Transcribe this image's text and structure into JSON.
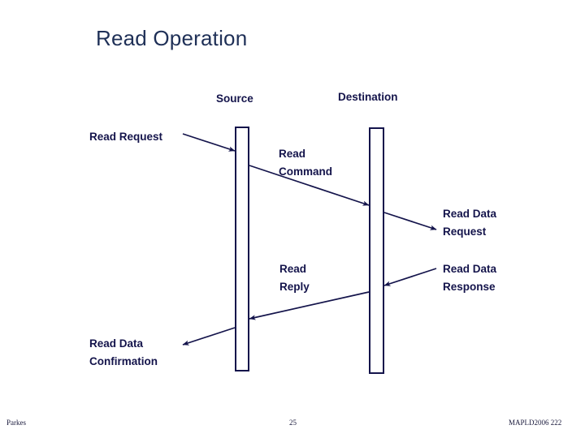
{
  "slide": {
    "title": "Read Operation",
    "accent_color": "#14144b",
    "title_color": "#1f3057",
    "background_color": "#ffffff"
  },
  "diagram": {
    "type": "sequence-diagram",
    "actors": [
      {
        "id": "source",
        "label": "Source"
      },
      {
        "id": "destination",
        "label": "Destination"
      }
    ],
    "messages": [
      {
        "id": "read-request",
        "label": "Read Request",
        "from": "external-left",
        "to": "source",
        "direction": "right"
      },
      {
        "id": "read-command",
        "label": "Read\nCommand",
        "from": "source",
        "to": "destination",
        "direction": "right"
      },
      {
        "id": "read-data-request",
        "label": "Read Data\nRequest",
        "from": "destination",
        "to": "external-right",
        "direction": "right"
      },
      {
        "id": "read-data-response",
        "label": "Read Data\nResponse",
        "from": "external-right",
        "to": "destination",
        "direction": "left"
      },
      {
        "id": "read-reply",
        "label": "Read\nReply",
        "from": "destination",
        "to": "source",
        "direction": "left"
      },
      {
        "id": "read-data-confirmation",
        "label": "Read Data\nConfirmation",
        "from": "source",
        "to": "external-left",
        "direction": "left"
      }
    ]
  },
  "footer": {
    "author": "Parkes",
    "page_number": "25",
    "conference": "MAPLD2006 222"
  }
}
